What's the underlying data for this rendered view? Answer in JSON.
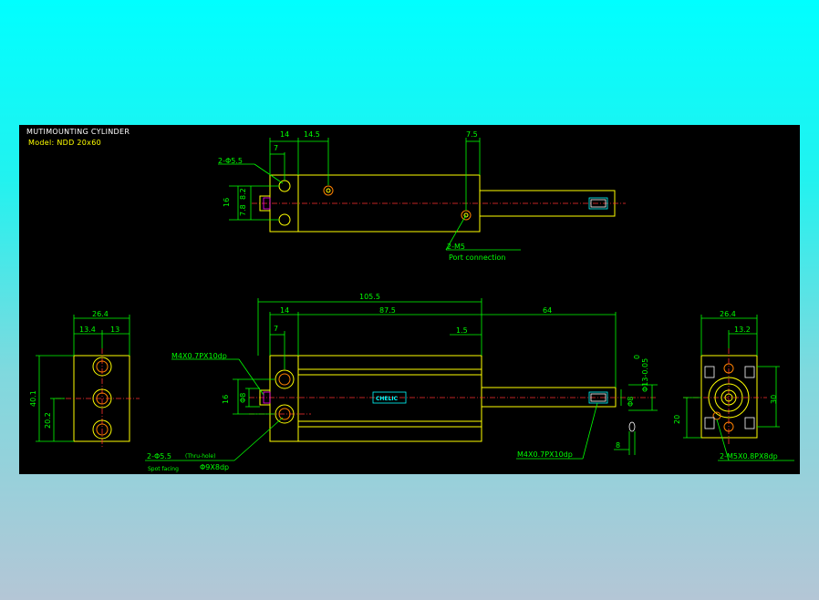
{
  "drawing": {
    "title": "MUTIMOUNTING CYLINDER",
    "model": "Model: NDD 20x60"
  },
  "top_view": {
    "dims": {
      "d14": "14",
      "d14_5": "14.5",
      "d7_5": "7.5",
      "d7": "7",
      "d16": "16",
      "d7_8": "7.8",
      "d8_2": "8.2"
    },
    "callouts": {
      "holes": "2-Φ5.5",
      "ports": "2-M5",
      "ports_note": "Port connection"
    }
  },
  "front_view": {
    "dims": {
      "d105_5": "105.5",
      "d14": "14",
      "d87_5": "87.5",
      "d7": "7",
      "d1_5": "1.5",
      "d64": "64",
      "d16": "16",
      "d8": "Φ8",
      "d13": "Φ13-0.05",
      "d0": "0",
      "d8_side": "Φ8",
      "d8_bottom": "8"
    },
    "callouts": {
      "thread_left": "M4X0.7PX10dp",
      "thread_right": "M4X0.7PX10dp",
      "holes": "2-Φ5.5",
      "holes_note": "(Thru-hole)",
      "spot": "Spot facing",
      "spot_value": "Φ9X8dp"
    },
    "logo": "CHELIC"
  },
  "left_view": {
    "dims": {
      "d26_4": "26.4",
      "d13_4": "13.4",
      "d13": "13",
      "d40_1": "40.1",
      "d20_2": "20.2"
    }
  },
  "right_view": {
    "dims": {
      "d26_4": "26.4",
      "d13_2": "13.2",
      "d30": "30",
      "d20": "20"
    },
    "callouts": {
      "thread": "2-M5X0.8PX8dp"
    }
  }
}
